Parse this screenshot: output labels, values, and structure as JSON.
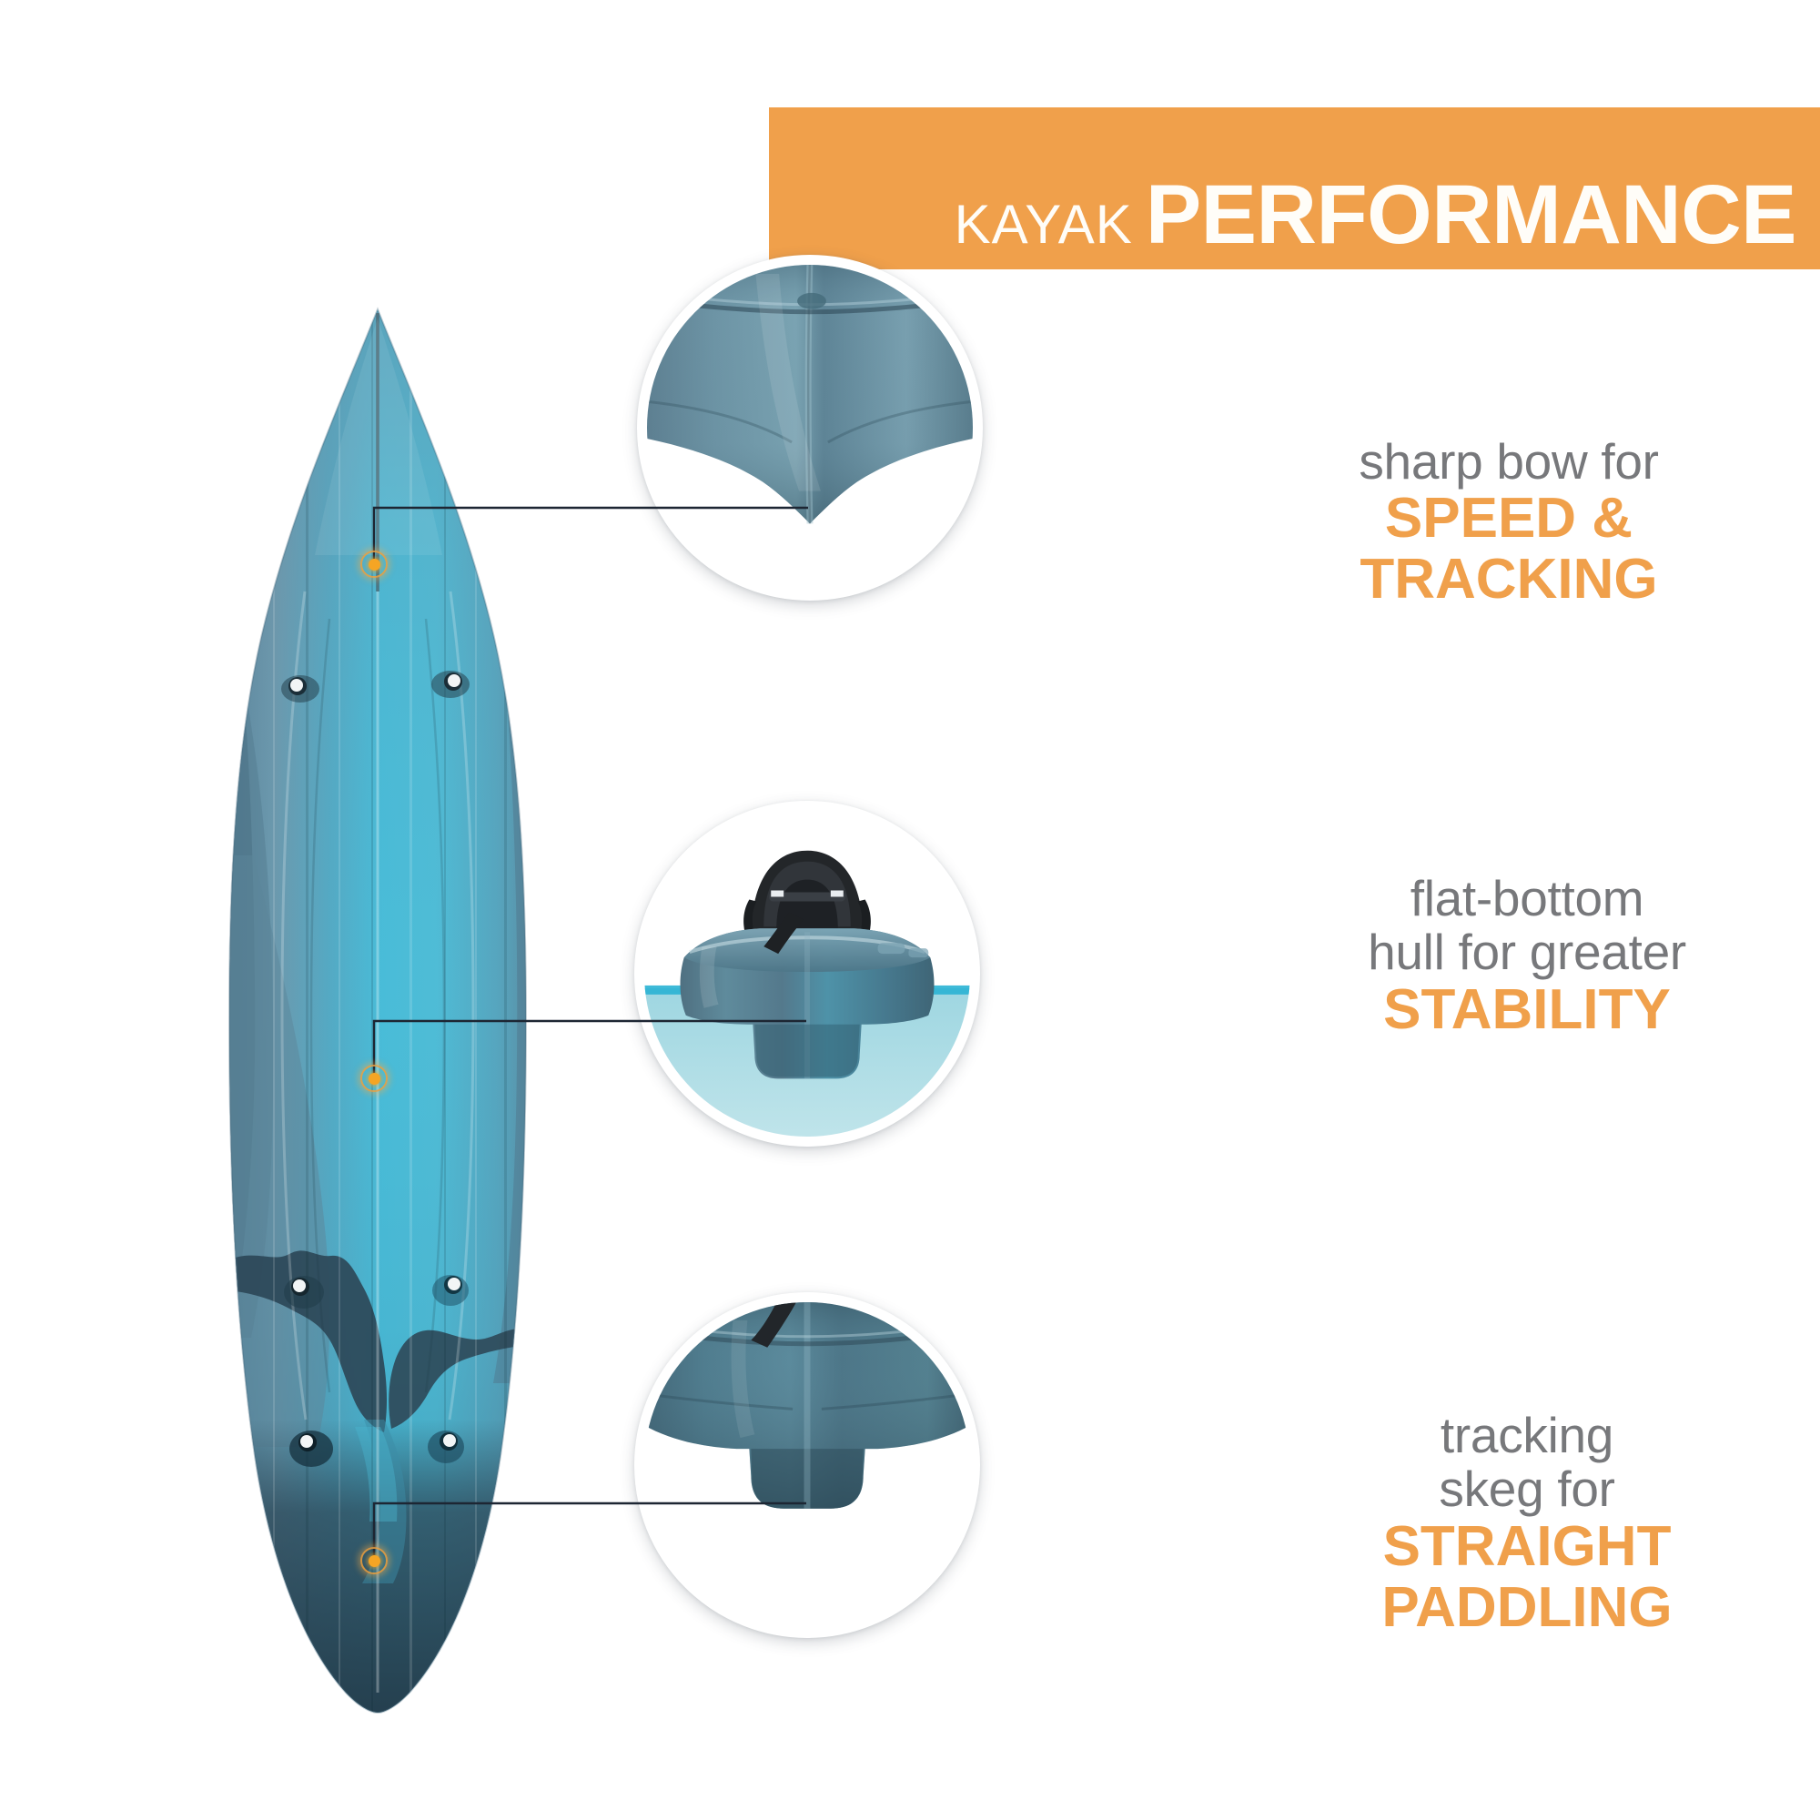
{
  "header": {
    "prefix": "KAYAK",
    "title": "PERFORMANCE",
    "background_color": "#f0a04b",
    "text_color": "#fffdf8"
  },
  "colors": {
    "accent_orange": "#f0a04b",
    "emphasis_orange": "#f0a04b",
    "body_gray": "#77787b",
    "marker_dot": "#f5a524",
    "leader_line": "#1d2633",
    "hull_slate": "#5b7d93",
    "hull_cyan": "#4fb9d4",
    "hull_dark_navy": "#2d4858",
    "water_fill": "#a9dbe4",
    "waterline": "#2ab3d4",
    "seat_black": "#232629"
  },
  "product": {
    "name": "kayak-top-view",
    "alt": "top-down view of a sit-on-top kayak in blue camo finish"
  },
  "features": [
    {
      "id": "bow",
      "lead_lines": [
        "sharp bow for"
      ],
      "emphasis_lines": [
        "SPEED &",
        "TRACKING"
      ],
      "callout_name": "bow-hull-closeup"
    },
    {
      "id": "hull",
      "lead_lines": [
        "flat-bottom",
        "hull for greater"
      ],
      "emphasis_lines": [
        "STABILITY"
      ],
      "callout_name": "hull-cross-section-waterline"
    },
    {
      "id": "skeg",
      "lead_lines": [
        "tracking",
        "skeg for"
      ],
      "emphasis_lines": [
        "STRAIGHT",
        "PADDLING"
      ],
      "callout_name": "stern-skeg-closeup"
    }
  ]
}
